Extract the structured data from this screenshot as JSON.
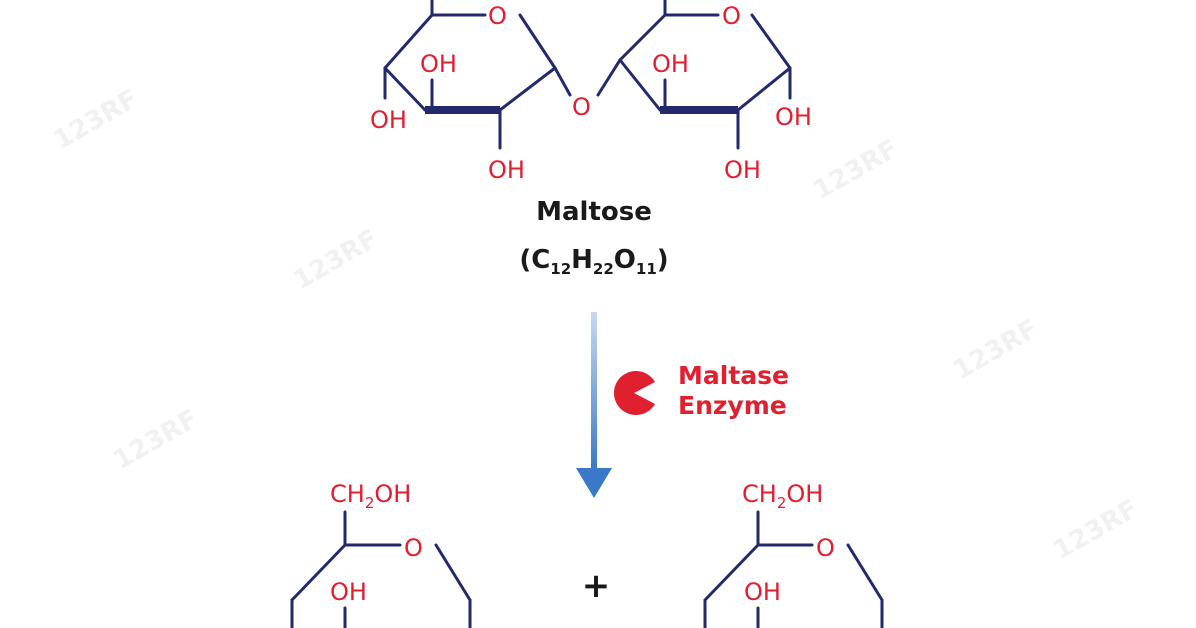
{
  "maltose": {
    "ring1": {
      "ring_o": "O",
      "oh_upper": "OH",
      "oh_left": "OH",
      "oh_lower": "OH"
    },
    "bridge_o": "O",
    "ring2": {
      "ring_o": "O",
      "oh_upper": "OH",
      "oh_right": "OH",
      "oh_lower": "OH"
    },
    "name": "Maltose",
    "formula": {
      "open": "(C",
      "c_sub": "12",
      "h": "H",
      "h_sub": "22",
      "o": "O",
      "o_sub": "11",
      "close": ")"
    }
  },
  "reaction": {
    "enzyme_line1": "Maltase",
    "enzyme_line2": "Enzyme",
    "colors": {
      "arrow_top": "#c9d9f0",
      "arrow_bottom": "#3a78c8",
      "enzyme": "#e0202e",
      "atoms": "#e0202e",
      "bonds": "#232a6b"
    }
  },
  "products": {
    "plus": "+",
    "left": {
      "ch2oh_c": "CH",
      "ch2oh_sub": "2",
      "ch2oh_oh": "OH",
      "ring_o": "O",
      "oh": "OH"
    },
    "right": {
      "ch2oh_c": "CH",
      "ch2oh_sub": "2",
      "ch2oh_oh": "OH",
      "ring_o": "O",
      "oh": "OH"
    }
  },
  "watermark": "123RF"
}
